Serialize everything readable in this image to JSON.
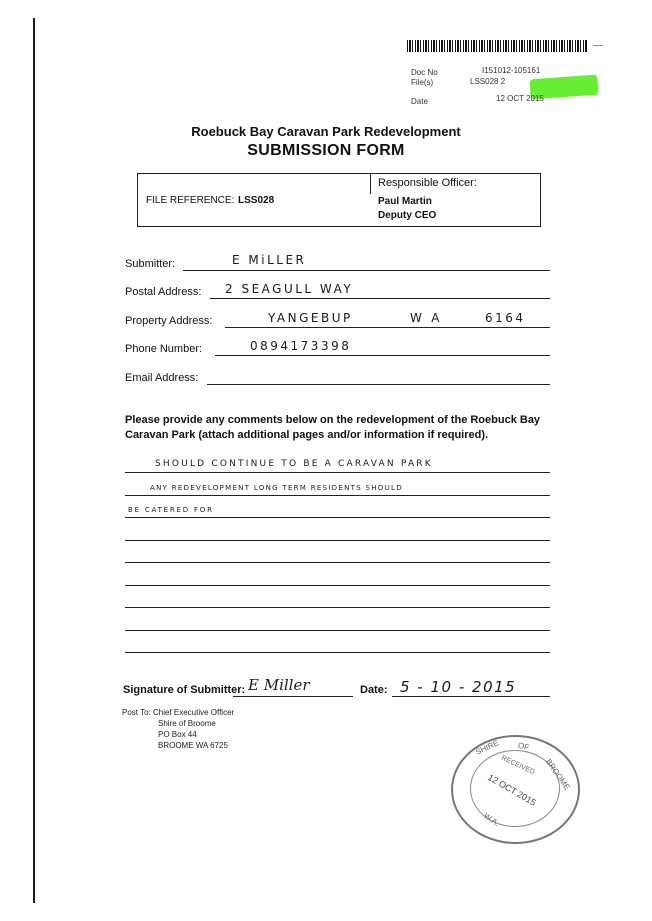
{
  "header": {
    "doc_no_label": "Doc No",
    "doc_no_value": "I151012-105161",
    "files_label": "File(s)",
    "files_value": "LSS028 2",
    "date_label": "Date",
    "date_value": "12 OCT 2015",
    "highlight_color": "#66ee33"
  },
  "form": {
    "title": "Roebuck Bay Caravan Park Redevelopment",
    "subtitle": "SUBMISSION FORM",
    "file_reference_label": "FILE REFERENCE:",
    "file_reference_value": "LSS028",
    "responsible_officer_label": "Responsible Officer:",
    "officer_name": "Paul Martin",
    "officer_title": "Deputy CEO"
  },
  "fields": {
    "submitter_label": "Submitter:",
    "submitter_value": "E MiLLER",
    "postal_label": "Postal Address:",
    "postal_value": "2 SEAGULL WAY",
    "property_label": "Property Address:",
    "property_value_part1": "YANGEBUP",
    "property_value_part2": "WA",
    "property_value_part3": "6164",
    "phone_label": "Phone Number:",
    "phone_value": "0894173398",
    "email_label": "Email Address:",
    "email_value": ""
  },
  "comments": {
    "instructions": "Please provide any comments below on the redevelopment of the Roebuck Bay Caravan Park (attach additional pages and/or information if required).",
    "line1": "SHOULD CONTINUE TO BE A CARAVAN PARK",
    "line2": "ANY REDEVELOPMENT LONG TERM RESIDENTS SHOULD",
    "line3": "BE CATERED FOR"
  },
  "signature": {
    "label": "Signature of Submitter:",
    "signature_text": "E Miller",
    "date_label": "Date:",
    "date_value": "5 - 10 - 2015"
  },
  "post_to": {
    "line1": "Post To: Chief Executive Officer",
    "line2": "Shire of Broome",
    "line3": "PO Box 44",
    "line4": "BROOME  WA  6725"
  },
  "stamp": {
    "shire": "SHIRE",
    "of": "OF",
    "broome": "BROOME",
    "received": "RECEIVED",
    "date": "12 OCT 2015",
    "wa": "W.A."
  }
}
